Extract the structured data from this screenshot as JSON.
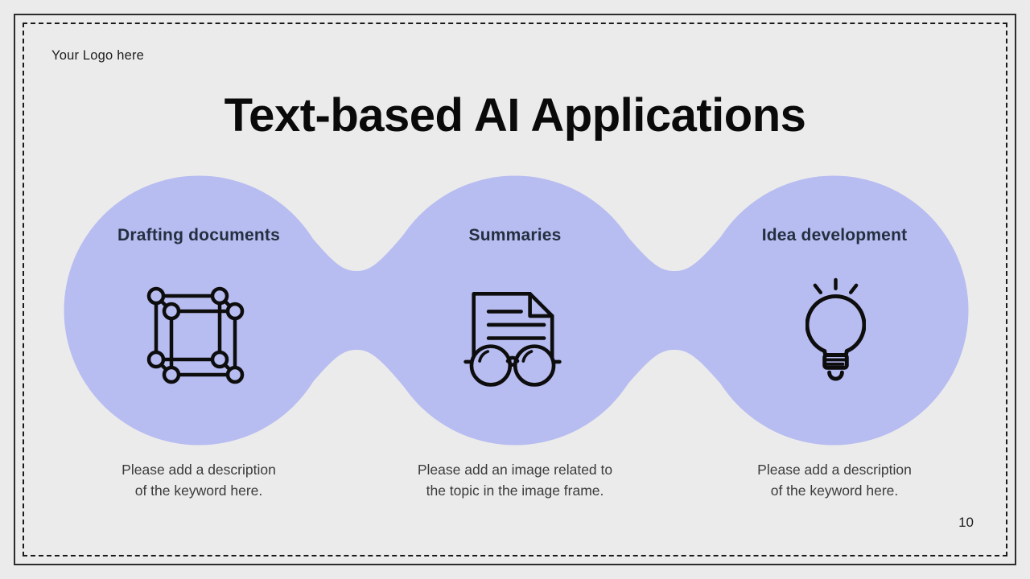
{
  "logo": {
    "text": "Your Logo here"
  },
  "title": "Text-based AI Applications",
  "page_number": "10",
  "colors": {
    "background": "#ebebeb",
    "blob": "#b7bcf1",
    "heading": "#24303f",
    "title": "#0a0a0a",
    "body": "#3b3b3b",
    "icon": "#0d0d0d",
    "border": "#1a1a1a"
  },
  "items": [
    {
      "heading": "Drafting documents",
      "icon": "cube-network-icon",
      "description": "Please add a description\nof the keyword here."
    },
    {
      "heading": "Summaries",
      "icon": "document-glasses-icon",
      "description": "Please add an image related to\nthe topic in the image frame."
    },
    {
      "heading": "Idea development",
      "icon": "lightbulb-icon",
      "description": "Please add a description\nof the keyword here."
    }
  ]
}
